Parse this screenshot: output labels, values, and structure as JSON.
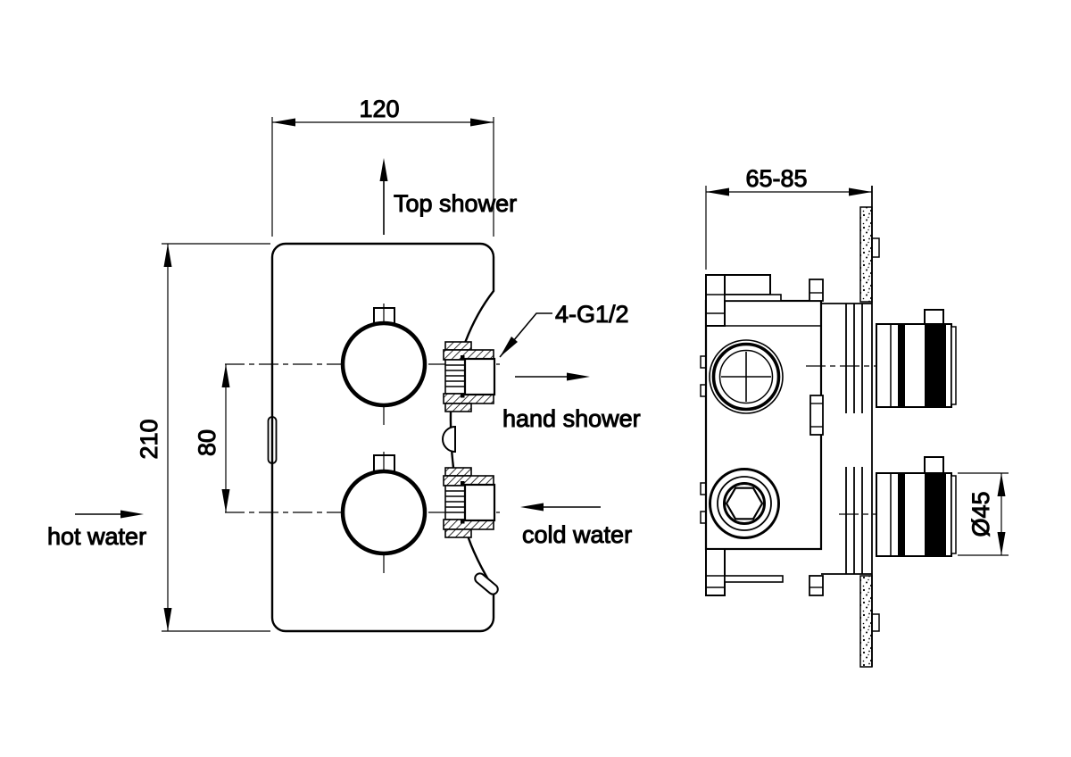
{
  "drawing": {
    "labels": {
      "top_shower": "Top shower",
      "hand_shower": "hand shower",
      "cold_water": "cold water",
      "hot_water": "hot water",
      "thread_callout": "4-G1/2"
    },
    "dimensions": {
      "faceplate_width": "120",
      "faceplate_height": "210",
      "handle_spacing": "80",
      "install_depth": "65-85",
      "handle_diameter": "Ø45"
    },
    "colors": {
      "line": "#000000",
      "background": "#ffffff"
    }
  }
}
